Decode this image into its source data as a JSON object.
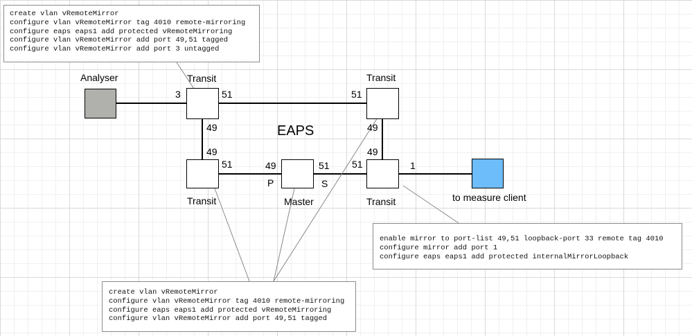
{
  "diagram": {
    "title": "EAPS",
    "nodes": {
      "analyser": {
        "label": "Analyser",
        "color": "#b0b0ad"
      },
      "transit_top_left": {
        "label": "Transit"
      },
      "transit_top_right": {
        "label": "Transit"
      },
      "transit_bottom_left": {
        "label": "Transit"
      },
      "master": {
        "label": "Master"
      },
      "transit_bottom_right": {
        "label": "Transit"
      },
      "client": {
        "label": "to measure client",
        "color": "#6cbdfa"
      }
    },
    "ports": {
      "analyser_side": "3",
      "ttl_right": "51",
      "ttr_left": "51",
      "ttl_bottom": "49",
      "tbl_top": "49",
      "ttr_bottom": "49",
      "tbr_top": "49",
      "tbl_right": "51",
      "master_left": "49",
      "master_right": "51",
      "tbr_left": "51",
      "tbr_right": "1",
      "primary": "P",
      "secondary": "S"
    },
    "command_boxes": {
      "top": {
        "lines": [
          "create vlan vRemoteMirror",
          "configure vlan vRemoteMirror tag 4010 remote-mirroring",
          "configure eaps eaps1 add protected vRemoteMirroring",
          "configure vlan vRemoteMirror add port 49,51 tagged",
          "configure vlan vRemoteMirror add port 3 untagged"
        ]
      },
      "right": {
        "lines": [
          "enable mirror to port-list 49,51 loopback-port 33 remote tag 4010",
          "configure mirror add port 1",
          "configure eaps eaps1 add protected internalMirrorLoopback"
        ]
      },
      "bottom": {
        "lines": [
          "create vlan vRemoteMirror",
          "configure vlan vRemoteMirror tag 4010 remote-mirroring",
          "configure eaps eaps1 add protected vRemoteMirroring",
          "configure vlan vRemoteMirror add port 49,51 tagged"
        ]
      }
    }
  }
}
